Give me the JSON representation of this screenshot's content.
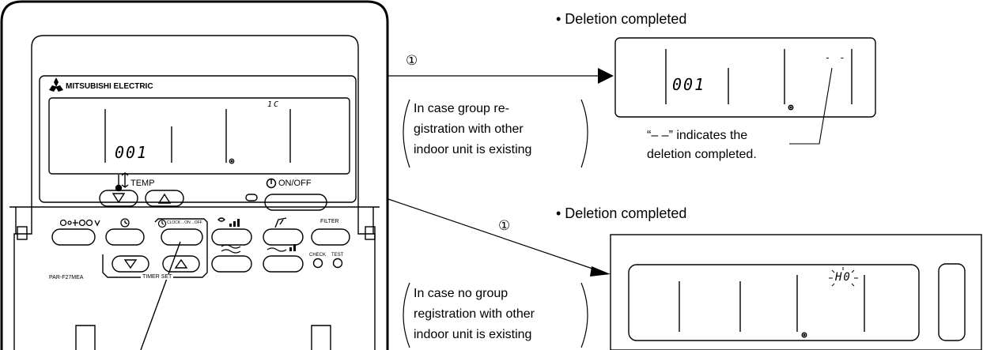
{
  "remote": {
    "brand": "MITSUBISHI ELECTRIC",
    "model": "PAR-F27MEA",
    "lcd_address": "001",
    "lcd_corner": "1C",
    "temp_label": "TEMP",
    "onoff_label": "ON/OFF",
    "clock_on_off_label": "CLOCK→ON→OFF",
    "filter_label": "FILTER",
    "check_label": "CHECK",
    "test_label": "TEST",
    "timer_set_label": "TIMER SET"
  },
  "upper_case": {
    "step_marker": "①",
    "heading": "• Deletion completed",
    "condition_lines": [
      "In case group re-",
      "gistration with other",
      "indoor unit is existing"
    ],
    "lcd_address": "001",
    "lcd_indicator": "- -",
    "note_lines": [
      "“– –” indicates the",
      "deletion completed."
    ]
  },
  "lower_case": {
    "step_marker": "①",
    "heading": "• Deletion completed",
    "condition_lines": [
      "In case no group",
      "registration with other",
      "indoor unit is existing"
    ],
    "lcd_indicator": "H0"
  }
}
